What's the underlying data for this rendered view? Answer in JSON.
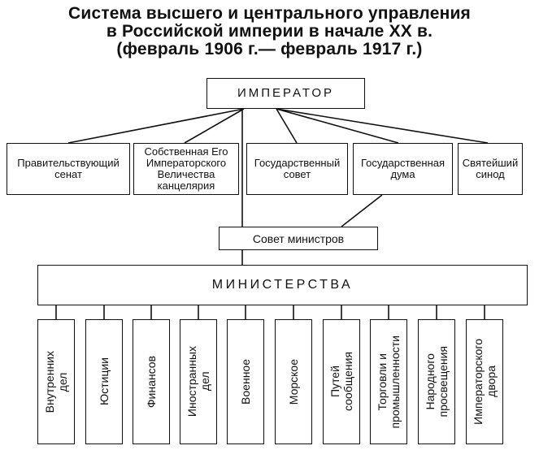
{
  "title": {
    "line1": "Система высшего и центрального управления",
    "line2": "в Российской империи в начале XX в.",
    "line3": "(февраль 1906 г.— февраль 1917 г.)"
  },
  "emperor": "ИМПЕРАТОР",
  "institutions": [
    "Правительствующий сенат",
    "Собственная Его Императорского Величества канцелярия",
    "Государственный совет",
    "Государственная дума",
    "Святейший синод"
  ],
  "council": "Совет министров",
  "ministries_header": "МИНИСТЕРСТВА",
  "ministries": [
    "Внутренних\nдел",
    "Юстиции",
    "Финансов",
    "Иностранных\nдел",
    "Военное",
    "Морское",
    "Путей\nсообщения",
    "Торговли и\nпромышленности",
    "Народного\nпросвещения",
    "Императорского\nдвора"
  ]
}
